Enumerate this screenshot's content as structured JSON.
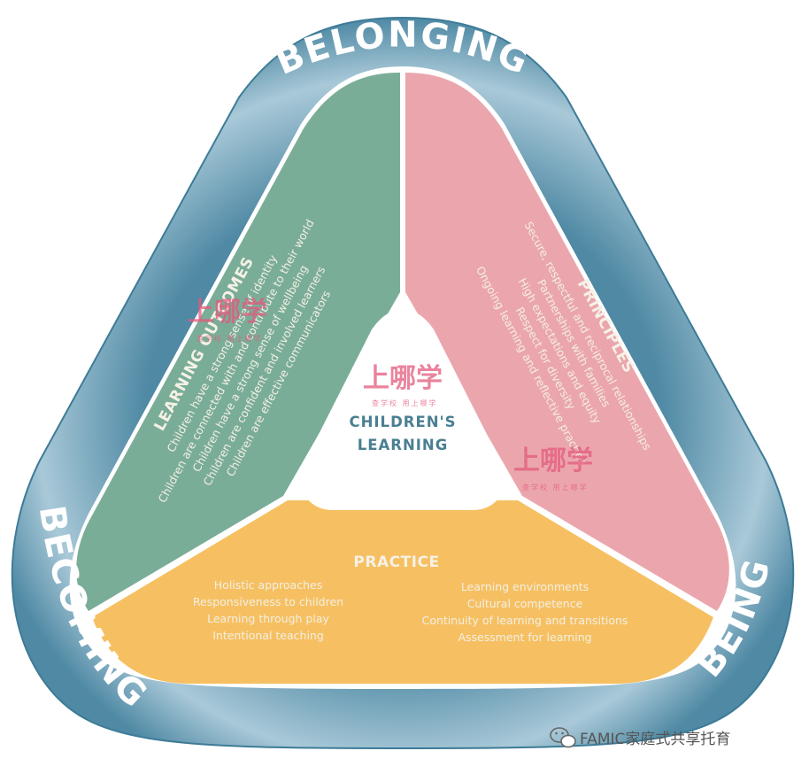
{
  "outer_ring": {
    "top": "BELONGING",
    "left": "BECOMING",
    "right": "BEING"
  },
  "center": {
    "line1": "CHILDREN'S",
    "line2": "LEARNING"
  },
  "outcomes": {
    "title": "LEARNING OUTCOMES",
    "items": [
      "Children have a strong sense of identity",
      "Children are connected with and contribute to their world",
      "Children have a strong sense of wellbeing",
      "Children are confident and involved learners",
      "Children are effective communicators"
    ]
  },
  "principles": {
    "title": "PRINCIPLES",
    "items": [
      "Secure, respectful and reciprocal relationships",
      "Partnerships with families",
      "High expectations and equity",
      "Respect for diversity",
      "Ongoing learning and reflective practice"
    ]
  },
  "practice": {
    "title": "PRACTICE",
    "left_items": [
      "Holistic approaches",
      "Responsiveness to children",
      "Learning through play",
      "Intentional teaching"
    ],
    "right_items": [
      "Learning environments",
      "Cultural competence",
      "Continuity of learning and transitions",
      "Assessment for learning"
    ]
  },
  "watermarks": [
    {
      "big": "上哪学",
      "small": "查学校 用上哪学"
    },
    {
      "big": "上哪学",
      "small": "查学校 用上哪学"
    },
    {
      "big": "上哪学",
      "small": "查学校 用上哪学"
    }
  ],
  "footer": {
    "source": "FAMIC家庭式共享托育"
  },
  "colors": {
    "ring": "#4f89a4",
    "ring_light": "#d6e6ee",
    "outcomes": "#7aad98",
    "principles": "#eba6ad",
    "practice": "#f6c062",
    "center_fill": "#ffffff",
    "center_text": "#4a7f92"
  }
}
